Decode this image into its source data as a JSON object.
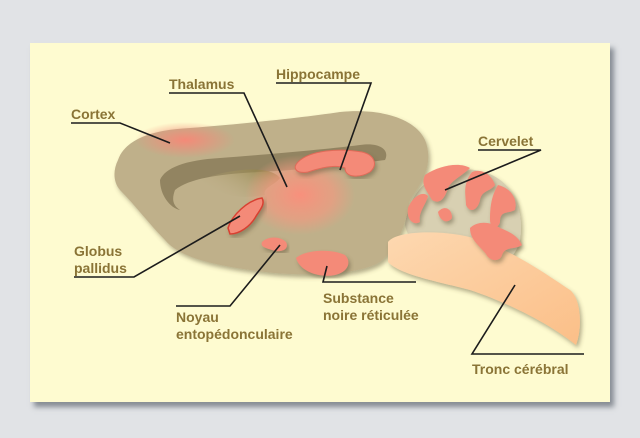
{
  "title": "Brain regions diagram",
  "labels": {
    "thalamus": "Thalamus",
    "hippocampe": "Hippocampe",
    "cortex": "Cortex",
    "cervelet": "Cervelet",
    "globus_line1": "Globus",
    "globus_line2": "pallidus",
    "noyau_line1": "Noyau",
    "noyau_line2": "entopédonculaire",
    "substance_line1": "Substance",
    "substance_line2": "noire réticulée",
    "tronc": "Tronc cérébral"
  },
  "colors": {
    "background": "#e1e3e6",
    "panel": "#fefbd0",
    "label": "#8a7436",
    "brain": "#bfb08a",
    "highlight": "#f48a78",
    "brainstem": "#fcc898"
  }
}
